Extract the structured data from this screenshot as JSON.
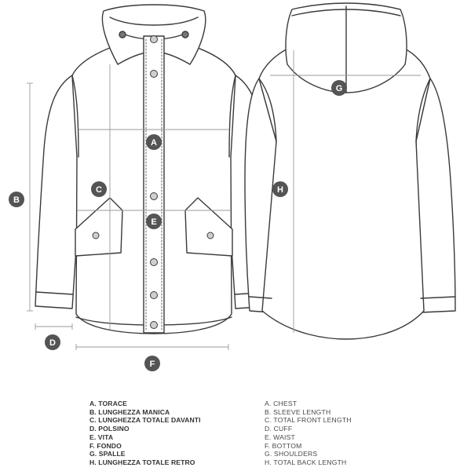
{
  "colors": {
    "outline": "#3a3a3a",
    "measure_line": "#9a9a9a",
    "badge_fill": "#545454",
    "badge_text": "#ffffff",
    "legend_text": "#333333"
  },
  "badges": {
    "A": "A",
    "B": "B",
    "C": "C",
    "D": "D",
    "E": "E",
    "F": "F",
    "G": "G",
    "H": "H"
  },
  "legend_it": [
    "A. TORACE",
    "B. LUNGHEZZA MANICA",
    "C. LUNGHEZZA TOTALE DAVANTI",
    "D. POLSINO",
    "E. VITA",
    "F. FONDO",
    "G. SPALLE",
    "H. LUNGHEZZA TOTALE RETRO"
  ],
  "legend_en": [
    "A. CHEST",
    "B. SLEEVE LENGTH",
    "C. TOTAL FRONT LENGTH",
    "D. CUFF",
    "E. WAIST",
    "F. BOTTOM",
    "G. SHOULDERS",
    "H. TOTAL BACK LENGTH"
  ]
}
